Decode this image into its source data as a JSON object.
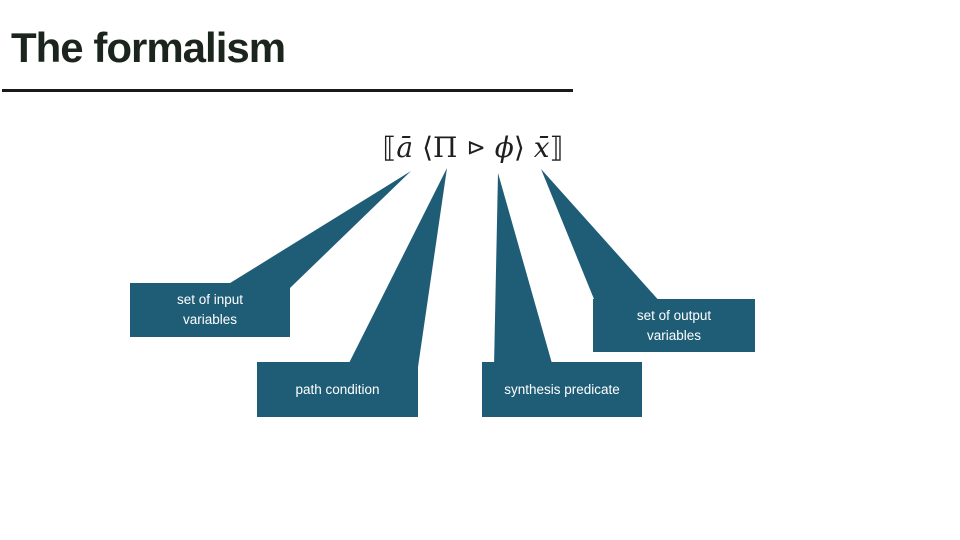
{
  "slide": {
    "title": "The formalism",
    "background_color": "#ffffff",
    "accent_color": "#1f5d77",
    "title_color": "#1c241e",
    "underline_color": "#1a1a1a",
    "callout_text_color": "#ffffff",
    "formula_color": "#1f1f1f"
  },
  "formula": {
    "lbracket": "⟦",
    "input_vars": "ā",
    "langle": "⟨",
    "pi": "Π",
    "rel": "⊳",
    "phi": "ϕ",
    "rangle": "⟩",
    "output_vars": "x̄",
    "rbracket": "⟧"
  },
  "callouts": [
    {
      "line1": "set of input",
      "line2": "variables"
    },
    {
      "line1": "path condition",
      "line2": ""
    },
    {
      "line1": "synthesis predicate",
      "line2": ""
    },
    {
      "line1": "set of output",
      "line2": "variables"
    }
  ]
}
